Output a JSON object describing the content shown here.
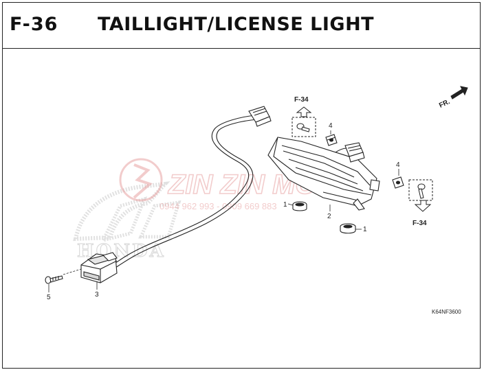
{
  "header": {
    "figure_code": "F-36",
    "title": "TAILLIGHT/LICENSE LIGHT"
  },
  "direction_marker": "FR.",
  "references": [
    {
      "label": "F-34",
      "direction": "up"
    },
    {
      "label": "F-34",
      "direction": "down"
    }
  ],
  "callouts": [
    {
      "number": "1",
      "part": "grommet (left)"
    },
    {
      "number": "1",
      "part": "grommet (right)"
    },
    {
      "number": "2",
      "part": "taillight assembly"
    },
    {
      "number": "3",
      "part": "license light"
    },
    {
      "number": "4",
      "part": "clip nut (left)"
    },
    {
      "number": "4",
      "part": "clip nut (right)"
    },
    {
      "number": "5",
      "part": "screw"
    }
  ],
  "diagram_code": "K64NF3600",
  "watermark": {
    "brand": "ZIN ZIN MOTOR",
    "phone": "0944 962 993 - 0909 669 883",
    "logo_text": "HONDA"
  },
  "colors": {
    "line": "#222222",
    "watermark": "#e8a3a3",
    "honda_watermark": "#c9c9c9"
  }
}
